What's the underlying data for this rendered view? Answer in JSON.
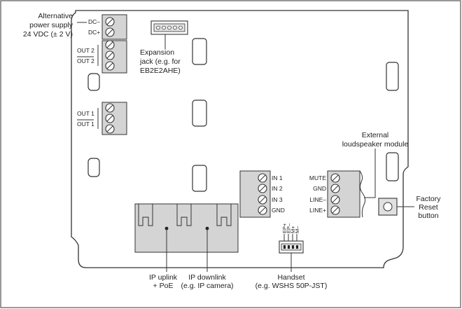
{
  "callouts": {
    "alt_supply": [
      "Alternative",
      "power supply",
      "24 VDC (± 2 V)"
    ],
    "expansion": [
      "Expansion",
      "jack (e.g. for",
      "EB2E2AHE)"
    ],
    "external": [
      "External",
      "loudspeaker module"
    ],
    "factory": [
      "Factory",
      "Reset",
      "button"
    ],
    "ip_uplink": [
      "IP uplink",
      "+ PoE"
    ],
    "ip_downlink": [
      "IP downlink",
      "(e.g. IP camera)"
    ],
    "handset": [
      "Handset",
      "(e.g. WSHS 50P-JST)"
    ]
  },
  "terminals": {
    "dc": [
      "DC–",
      "DC+"
    ],
    "out2": [
      "OUT 2",
      "OUT 2"
    ],
    "out1": [
      "OUT 1",
      "OUT 1"
    ],
    "inputs": [
      "IN 1",
      "IN 2",
      "IN 3",
      "GND"
    ],
    "speaker": [
      "MUTE",
      "GND",
      "LINE–",
      "LINE+"
    ],
    "handset_pins": [
      "EP+",
      "EP–",
      "M+",
      "M–"
    ]
  }
}
